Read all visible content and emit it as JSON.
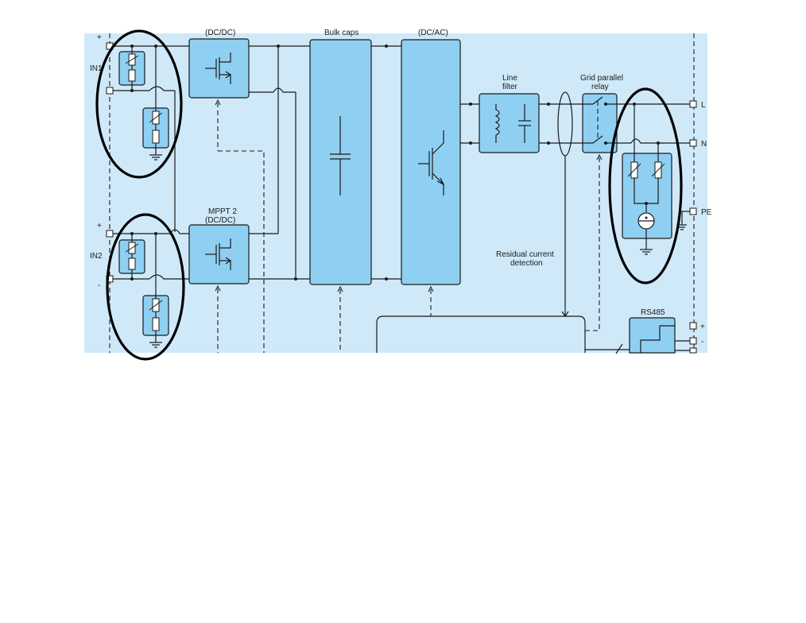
{
  "colors": {
    "panel_bg": "#cfe9f9",
    "block_fill": "#8fd0f2",
    "line": "#1a1a1a",
    "highlight_ring": "#000000"
  },
  "labels": {
    "dc_dc_top": "(DC/DC)",
    "bulk_caps": "Bulk caps",
    "dc_ac": "(DC/AC)",
    "line_filter_1": "Line",
    "line_filter_2": "filter",
    "relay_1": "Grid parallel",
    "relay_2": "relay",
    "in1": "IN1",
    "in2": "IN2",
    "plus": "+",
    "minus": "-",
    "mppt2_1": "MPPT 2",
    "mppt2_2": "(DC/DC)",
    "L": "L",
    "N": "N",
    "PE": "PE",
    "residual_1": "Residual current",
    "residual_2": "detection",
    "rs485": "RS485"
  },
  "icons": {
    "transistor": "mosfet-switch-icon",
    "capacitor": "capacitor-icon",
    "igbt": "igbt-icon",
    "inductor": "inductor-icon",
    "varistor": "varistor-icon",
    "fuse": "fuse-icon",
    "gas_arrester": "gas-discharge-tube-icon",
    "ground": "ground-icon"
  }
}
